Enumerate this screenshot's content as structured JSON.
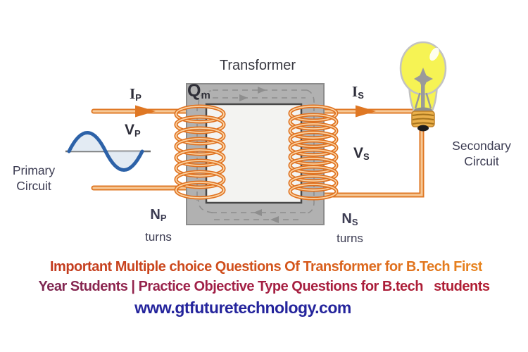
{
  "diagram": {
    "title": "Transformer",
    "flux": {
      "main": "Q",
      "sub": "m"
    },
    "primary": {
      "current": {
        "main": "I",
        "sub": "P"
      },
      "voltage": {
        "main": "V",
        "sub": "P"
      },
      "turns": {
        "main": "N",
        "sub": "P",
        "caption": "turns"
      },
      "circuit_line1": "Primary",
      "circuit_line2": "Circuit"
    },
    "secondary": {
      "current": {
        "main": "I",
        "sub": "S"
      },
      "voltage": {
        "main": "V",
        "sub": "S"
      },
      "turns": {
        "main": "N",
        "sub": "S",
        "caption": "turns"
      },
      "circuit_line1": "Secondary",
      "circuit_line2": "Circuit"
    }
  },
  "caption": {
    "line1": "Important Multiple choice Questions Of Transformer for B.Tech First",
    "line2": "Year Students | Practice Objective Type Questions for B.tech   students",
    "website": "www.gtfuturetechnology.com"
  },
  "colors": {
    "coil_orange": "#DF7723",
    "wire_highlight": "#F6C896",
    "core_gray": "#B1B1B1",
    "core_window": "#F3F3F1",
    "flux_gray": "#8E8E8E",
    "sine_blue": "#2D62A8",
    "bulb_yellow": "#F6F354",
    "label_dark": "#36363F",
    "caption_red_start": "#C23A1E",
    "caption_orange_end": "#E8851F",
    "caption_maroon_start": "#7C2752",
    "caption_maroon_end": "#B11D31",
    "website_navy": "#24249C"
  }
}
